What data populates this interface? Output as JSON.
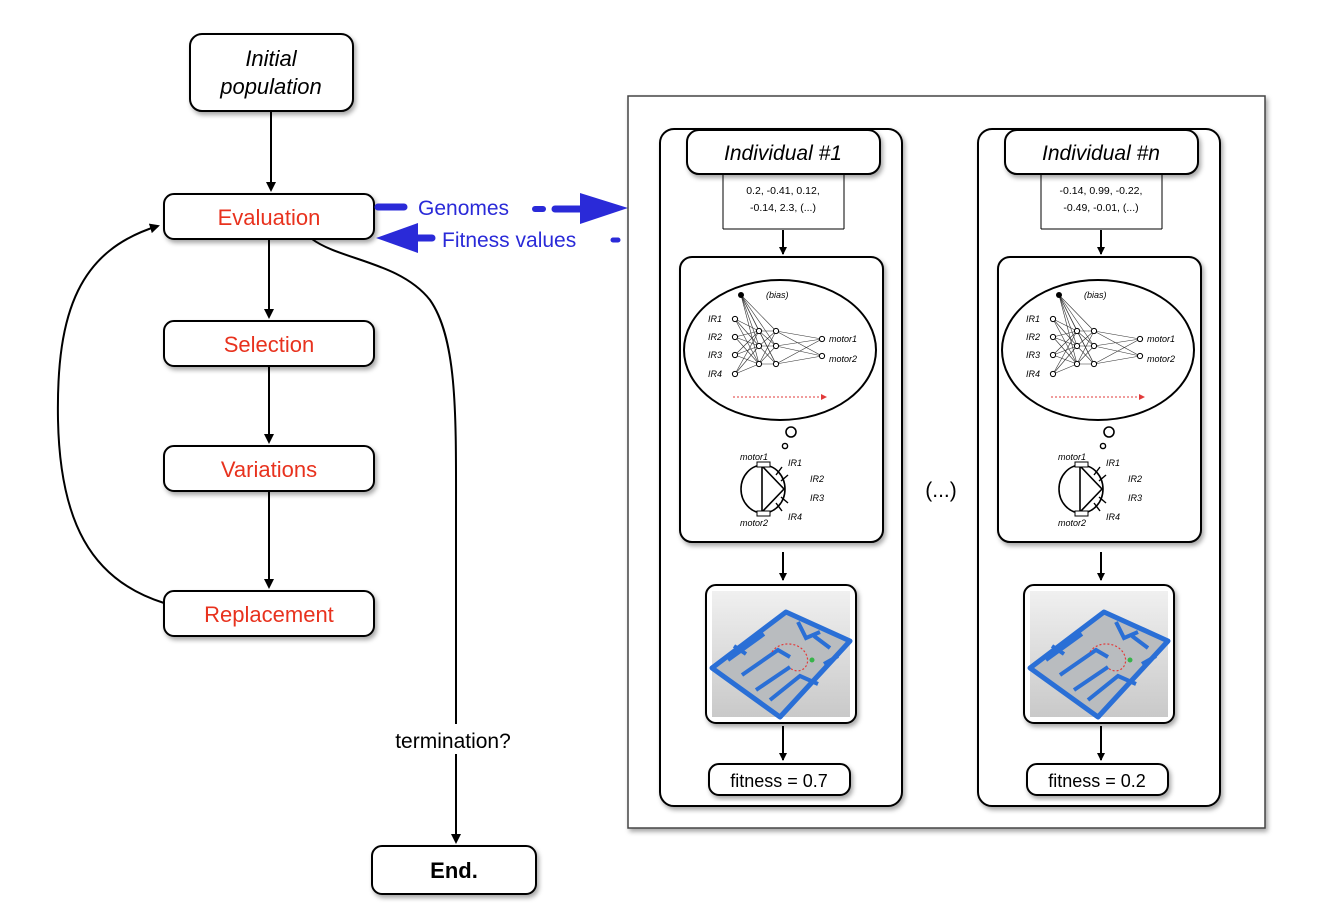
{
  "flow": {
    "initial_line1": "Initial",
    "initial_line2": "population",
    "evaluation": "Evaluation",
    "selection": "Selection",
    "variations": "Variations",
    "replacement": "Replacement",
    "termination": "termination?",
    "end": "End."
  },
  "links": {
    "genomes": "Genomes",
    "fitness_values": "Fitness values"
  },
  "individuals": [
    {
      "title": "Individual #1",
      "genome_line1": "0.2, -0.41, 0.12,",
      "genome_line2": "-0.14, 2.3, (...)",
      "fitness": "fitness = 0.7"
    },
    {
      "title": "Individual #n",
      "genome_line1": "-0.14, 0.99, -0.22,",
      "genome_line2": "-0.49, -0.01, (...)",
      "fitness": "fitness = 0.2"
    }
  ],
  "ellipsis": "(...)",
  "network": {
    "bias": "(bias)",
    "inputs": [
      "IR1",
      "IR2",
      "IR3",
      "IR4"
    ],
    "outputs": [
      "motor1",
      "motor2"
    ]
  },
  "robot": {
    "motor_top": "motor1",
    "motor_bottom": "motor2",
    "sensors": [
      "IR1",
      "IR2",
      "IR3",
      "IR4"
    ]
  },
  "colors": {
    "stage_text": "#e8321e",
    "link": "#2a2ad8",
    "maze_wall": "#2a6fd6",
    "maze_floor": "#b9bcbf",
    "trajectory": "#e23a3a"
  }
}
